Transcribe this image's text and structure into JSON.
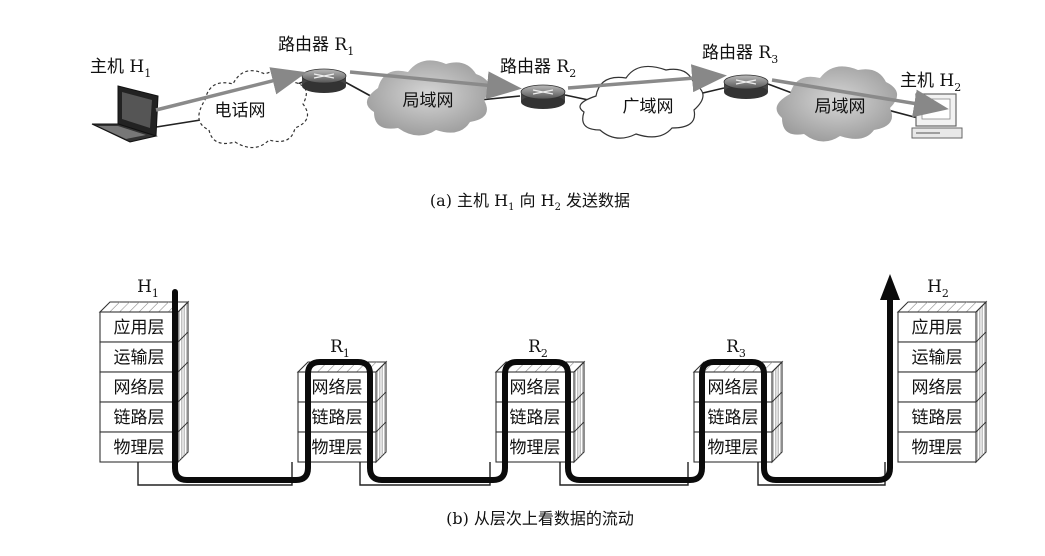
{
  "part_a": {
    "host1": {
      "label": "主机 H",
      "sub": "1"
    },
    "host2": {
      "label": "主机 H",
      "sub": "2"
    },
    "routers": [
      {
        "label": "路由器 R",
        "sub": "1"
      },
      {
        "label": "路由器 R",
        "sub": "2"
      },
      {
        "label": "路由器 R",
        "sub": "3"
      }
    ],
    "clouds": [
      "电话网",
      "局域网",
      "广域网",
      "局域网"
    ],
    "caption": {
      "pre": "(a) 主机 H",
      "sub1": "1",
      "mid": " 向 H",
      "sub2": "2",
      "post": " 发送数据"
    }
  },
  "part_b": {
    "stacks": [
      {
        "title": "H",
        "sub": "1",
        "layers": [
          "应用层",
          "运输层",
          "网络层",
          "链路层",
          "物理层"
        ]
      },
      {
        "title": "R",
        "sub": "1",
        "layers": [
          "网络层",
          "链路层",
          "物理层"
        ]
      },
      {
        "title": "R",
        "sub": "2",
        "layers": [
          "网络层",
          "链路层",
          "物理层"
        ]
      },
      {
        "title": "R",
        "sub": "3",
        "layers": [
          "网络层",
          "链路层",
          "物理层"
        ]
      },
      {
        "title": "H",
        "sub": "2",
        "layers": [
          "应用层",
          "运输层",
          "网络层",
          "链路层",
          "物理层"
        ]
      }
    ],
    "caption": "(b) 从层次上看数据的流动"
  }
}
